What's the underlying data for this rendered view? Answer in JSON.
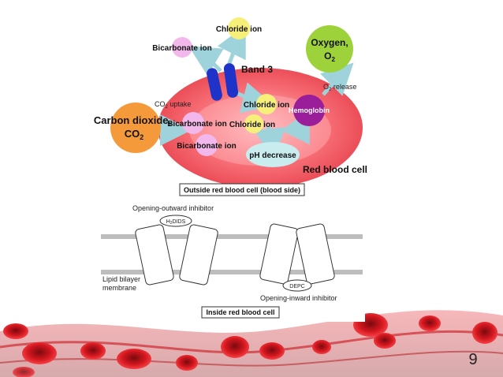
{
  "colors": {
    "cell_fill": "#f25a63",
    "cell_center": "#ffb3b8",
    "band3": "#1f33c8",
    "bicarbonate": "#f2b8ec",
    "chloride": "#f6f07a",
    "co2": "#f59a3a",
    "oxygen": "#9ed23a",
    "hemoglobin": "#9a1e99",
    "ph": "#c9ecef",
    "arrow": "#9fd3db",
    "membrane": "#bdbdbd",
    "blood_red": "#c8141c"
  },
  "top_diagram": {
    "chloride_top": "Chloride ion",
    "bicarbonate_top": "Bicarbonate ion",
    "band3": "Band 3",
    "oxygen_line1": "Oxygen,",
    "oxygen_line2": "O",
    "oxygen_sub": "2",
    "o2_release_o": "O",
    "o2_release_sub": "2",
    "o2_release_rest": " release",
    "co2_uptake_co": "CO",
    "co2_uptake_sub": "2",
    "co2_uptake_rest": " uptake",
    "chloride_mid": "Chloride ion",
    "hemoglobin": "Hemoglobin",
    "co2_line1": "Carbon dioxide,",
    "co2_line2": "CO",
    "co2_sub": "2",
    "bicarbonate_mid": "Bicarbonate ion",
    "chloride_low": "Chloride ion",
    "bicarbonate_low": "Bicarbonate ion",
    "ph_decrease": "pH decrease",
    "red_blood_cell": "Red blood cell",
    "outside_label": "Outside red blood cell (blood side)"
  },
  "bottom_diagram": {
    "outward_inhibitor": "Opening-outward inhibitor",
    "h2dids_h": "H",
    "h2dids_sub": "2",
    "h2dids_rest": "DIDS",
    "lipid_line1": "Lipid bilayer",
    "lipid_line2": "membrane",
    "depc": "DEPC",
    "inward_inhibitor": "Opening-inward inhibitor",
    "inside_label": "Inside red blood cell"
  },
  "slide": {
    "number": "9"
  }
}
